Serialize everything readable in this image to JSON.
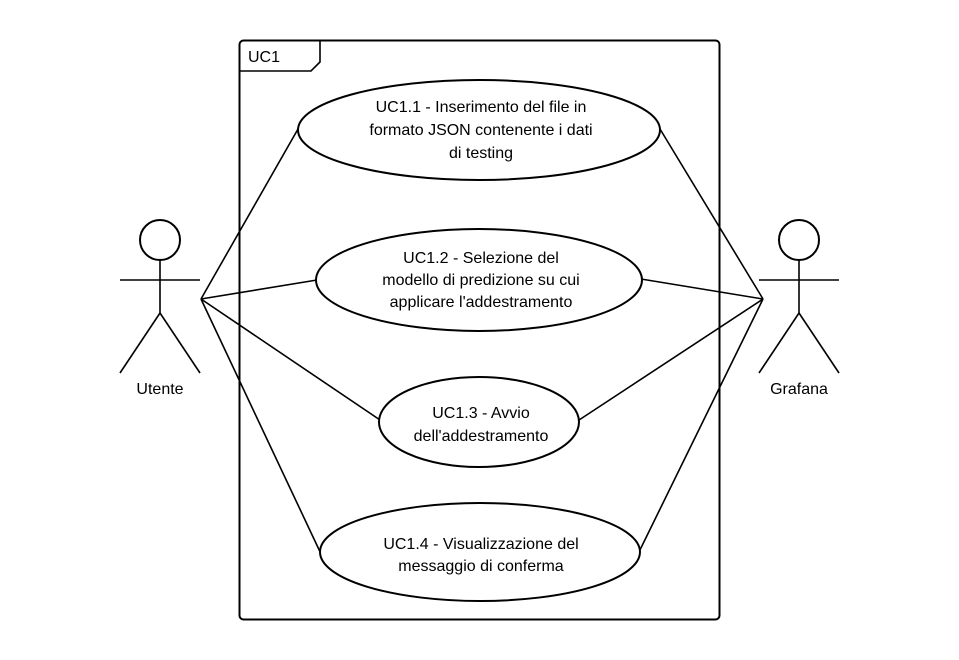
{
  "system": {
    "title": "UC1"
  },
  "actors": {
    "left": {
      "name": "Utente"
    },
    "right": {
      "name": "Grafana"
    }
  },
  "use_cases": [
    {
      "id": "uc1-1",
      "lines": [
        "UC1.1 - Inserimento del file in",
        "formato JSON contenente i dati",
        "di testing"
      ]
    },
    {
      "id": "uc1-2",
      "lines": [
        "UC1.2 - Selezione del",
        "modello di predizione su cui",
        "applicare l'addestramento"
      ]
    },
    {
      "id": "uc1-3",
      "lines": [
        "UC1.3 - Avvio",
        "dell'addestramento"
      ]
    },
    {
      "id": "uc1-4",
      "lines": [
        "UC1.4 - Visualizzazione del",
        "messaggio di conferma"
      ]
    }
  ],
  "colors": {
    "stroke": "#000000",
    "background": "#ffffff"
  }
}
